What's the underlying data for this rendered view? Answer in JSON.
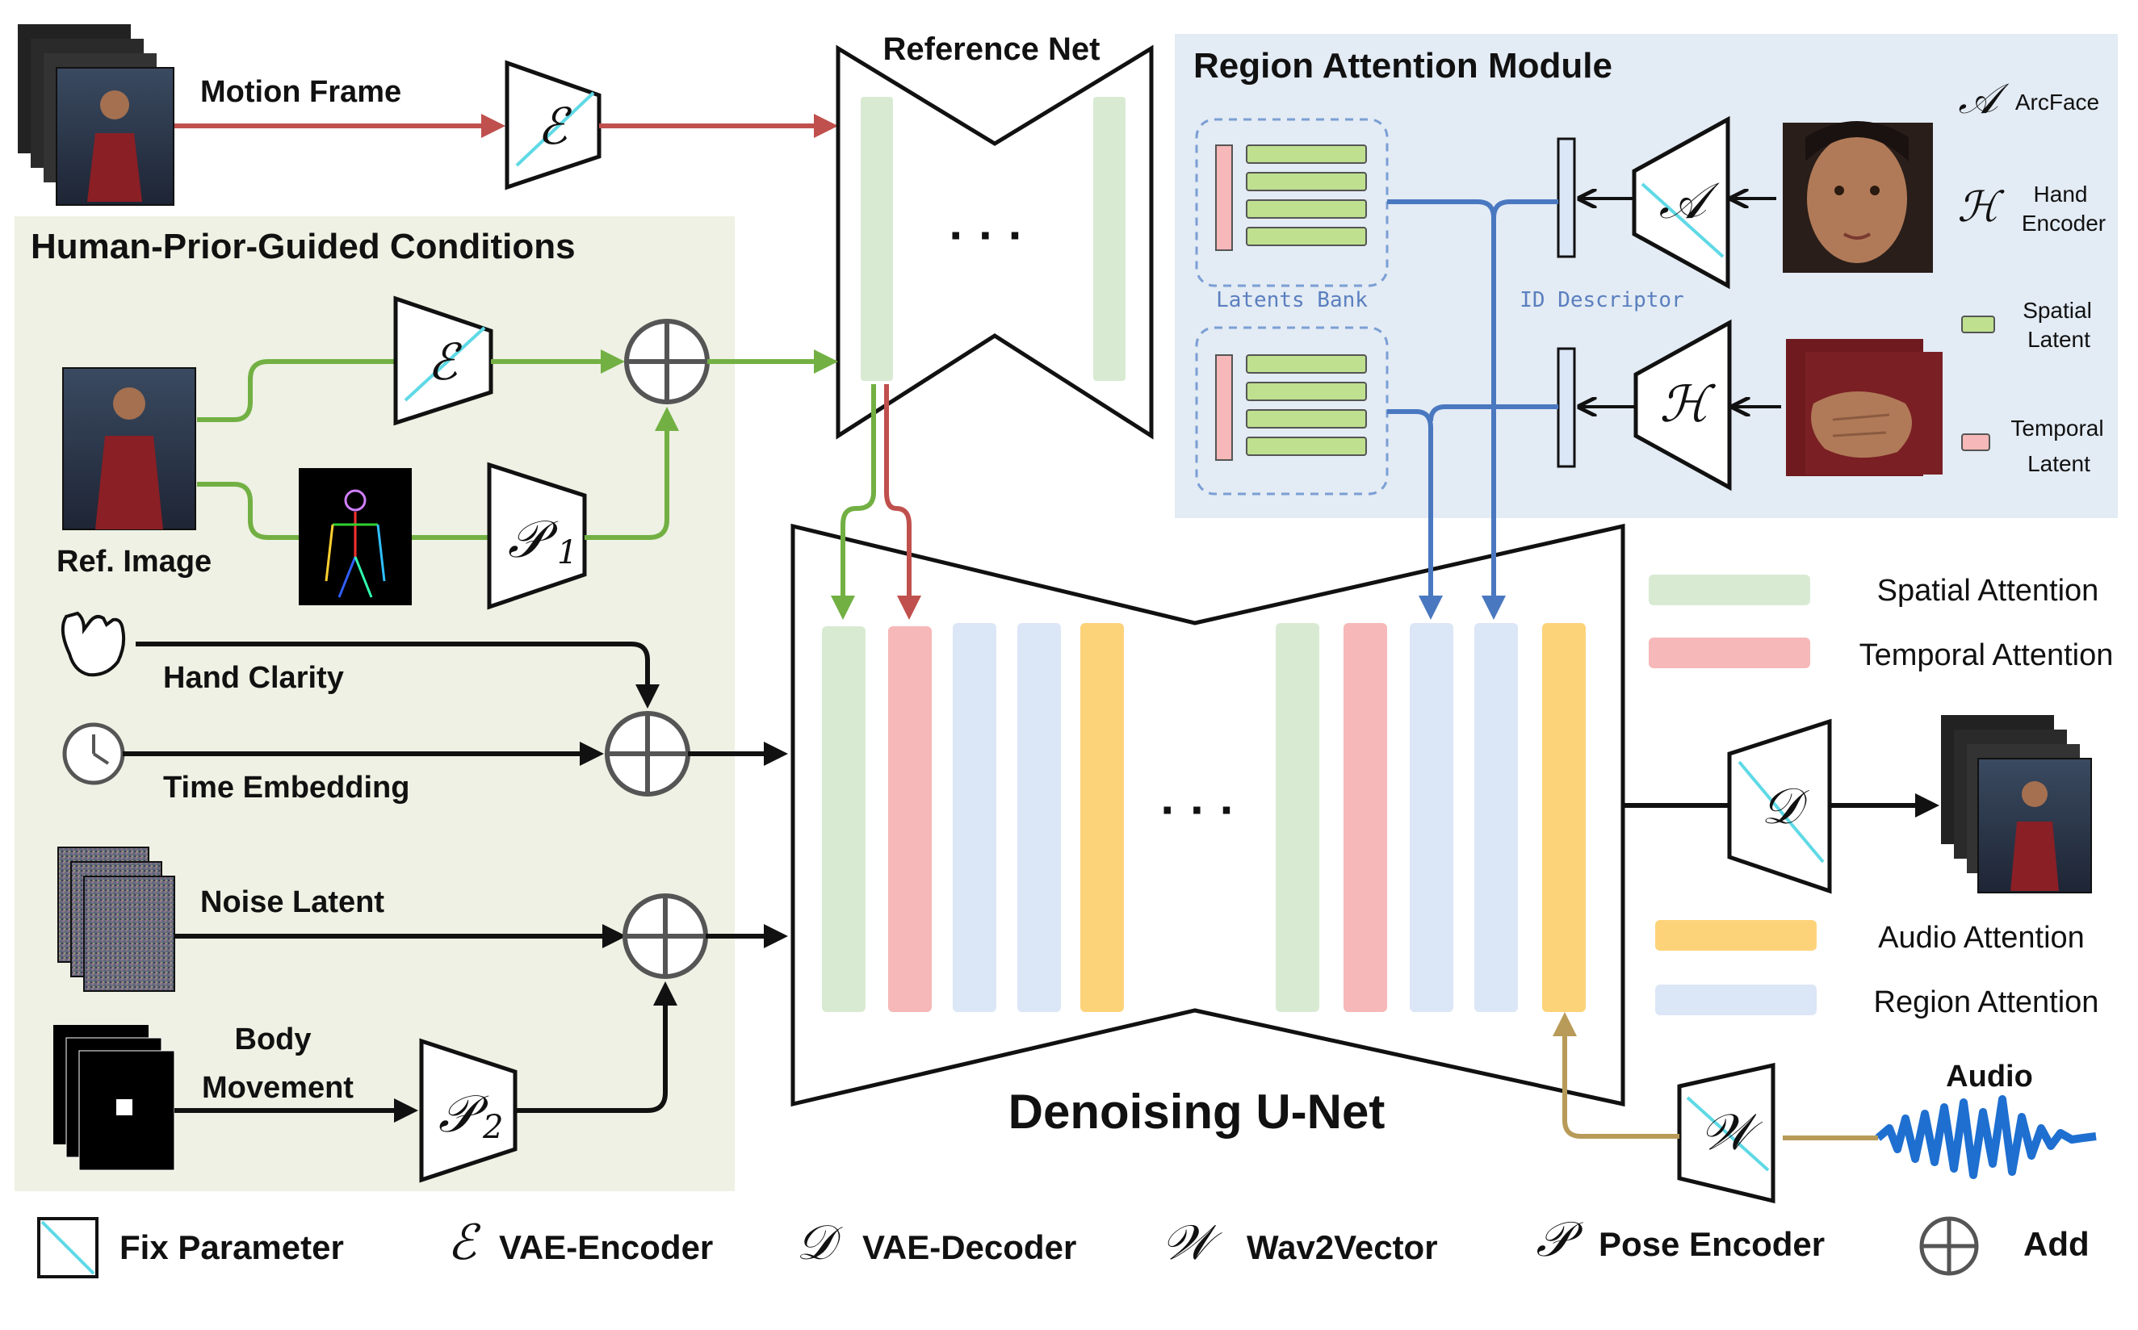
{
  "human_prior": {
    "title": "Human-Prior-Guided Conditions",
    "ref_image": "Ref. Image",
    "hand_clarity": "Hand Clarity",
    "time_embedding": "Time Embedding",
    "noise_latent": "Noise Latent",
    "body_line1": "Body",
    "body_line2": "Movement"
  },
  "motion_frame": "Motion Frame",
  "reference_net": "Reference Net",
  "region_module": {
    "title": "Region Attention Module",
    "latents_bank": "Latents Bank",
    "id_descriptor": "ID Descriptor",
    "legend": {
      "arcface": "ArcFace",
      "hand_line1": "Hand",
      "hand_line2": "Encoder",
      "spatial_line1": "Spatial",
      "spatial_line2": "Latent",
      "temporal_line1": "Temporal",
      "temporal_line2": "Latent"
    }
  },
  "unet": {
    "title": "Denoising U-Net",
    "ellipsis": "· · ·"
  },
  "attention_legend": {
    "spatial": "Spatial Attention",
    "temporal": "Temporal Attention",
    "audio": "Audio Attention",
    "region": "Region Attention"
  },
  "audio_label": "Audio",
  "symbols": {
    "encoder": "ℰ",
    "decoder": "𝒟",
    "wav": "𝒲",
    "pose": "𝒫",
    "arcface": "𝒜",
    "hand": "ℋ",
    "pose1_sub": "1",
    "pose2_sub": "2"
  },
  "bottom_legend": {
    "fix_parameter": "Fix Parameter",
    "vae_encoder": "VAE-Encoder",
    "vae_decoder": "VAE-Decoder",
    "wav2vector": "Wav2Vector",
    "pose_encoder": "Pose Encoder",
    "add": "Add"
  },
  "colors": {
    "spatial": "#d9ead3",
    "temporal": "#f6b8b8",
    "region": "#dbe6f6",
    "audio": "#fdd37a",
    "condition_bg": "#eef1e3",
    "region_bg": "#e3ebf4",
    "red_arrow": "#c0504d",
    "green_arrow": "#72b043",
    "blue_arrow": "#4a78c0",
    "gold_arrow": "#b89b58",
    "audio_wave": "#1e6fd0"
  }
}
